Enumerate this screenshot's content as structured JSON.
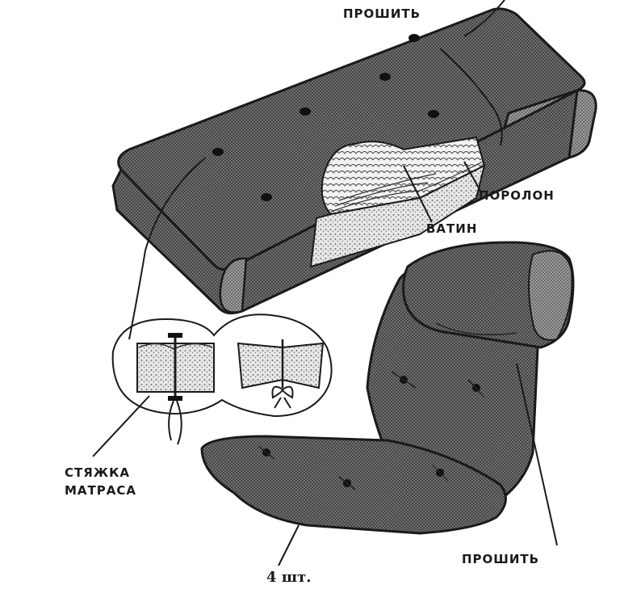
{
  "labels": {
    "stitch_top": "ПРОШИТЬ",
    "foam": "ПОРОЛОН",
    "batting": "ВАТИН",
    "tie_line1": "СТЯЖКА",
    "tie_line2": "МАТРАСА",
    "quantity": "4 шт.",
    "stitch_bottom": "ПРОШИТЬ"
  },
  "colors": {
    "ink": "#1a1a1a",
    "fabric_dark": "#4a4a4a",
    "fabric_light": "#8a8a8a",
    "foam_fill": "#dcdcdc",
    "paper": "#ffffff"
  }
}
